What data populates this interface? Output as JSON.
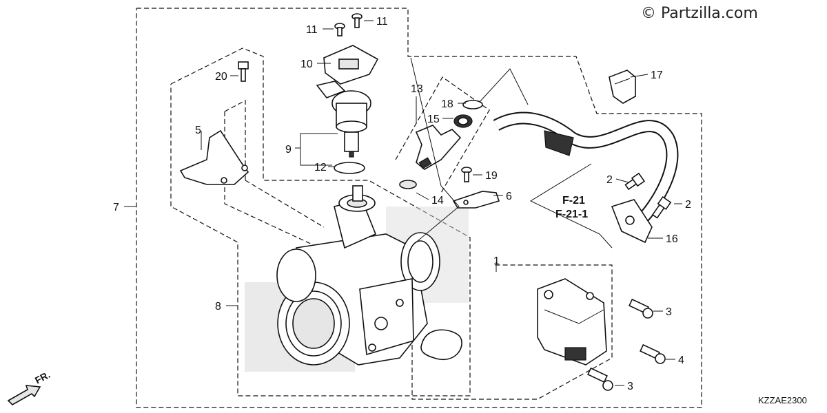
{
  "watermark": "© Partzilla.com",
  "diagram_code": "KZZAE2300",
  "front_marker": "FR.",
  "references": [
    "F-21",
    "F-21-1"
  ],
  "callouts": {
    "c1": "1",
    "c2a": "2",
    "c2b": "2",
    "c3a": "3",
    "c3b": "3",
    "c4": "4",
    "c5": "5",
    "c6": "6",
    "c7": "7",
    "c8": "8",
    "c9": "9",
    "c10": "10",
    "c11a": "11",
    "c11b": "11",
    "c12": "12",
    "c13": "13",
    "c14": "14",
    "c15": "15",
    "c16": "16",
    "c17": "17",
    "c18": "18",
    "c19": "19",
    "c20": "20"
  }
}
